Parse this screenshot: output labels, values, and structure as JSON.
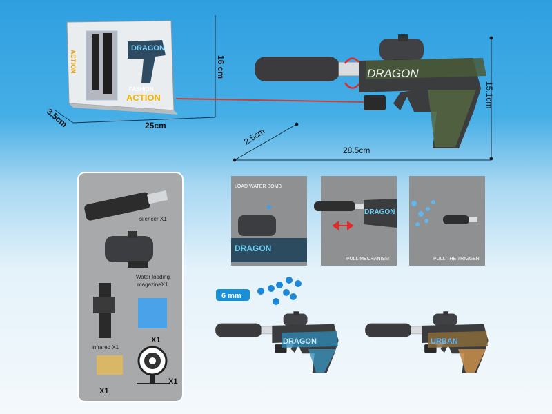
{
  "box": {
    "brand_top": "DRAGON",
    "brand_bottom_1": "FASHION",
    "brand_bottom_2": "ACTION",
    "side_text": "ACTION",
    "dim_height": "16 cm",
    "dim_width": "25cm",
    "dim_depth": "3.5cm"
  },
  "main_gun": {
    "decal_text": "DRAGON",
    "dim_height": "15.1cm",
    "dim_length": "28.5cm",
    "dim_depth": "2.5cm",
    "laser_color": "#e0301e"
  },
  "accessories": {
    "silencer": "silencer X1",
    "magazine_1": "Water loading",
    "magazine_2": "magazineX1",
    "infrared": "infrared X1",
    "beads_qty": "X1",
    "packs_qty": "X1",
    "target_qty": "X1"
  },
  "steps": [
    {
      "label": "LOAD WATER BOMB",
      "decal": "DRAGON"
    },
    {
      "label": "PULL MECHANISM",
      "decal": "DRAGON"
    },
    {
      "label": "PULL THE TRIGGER"
    }
  ],
  "bead_size": "6 mm",
  "variants": [
    {
      "decal": "DRAGON",
      "color": "#2f86b0"
    },
    {
      "decal": "URBAN",
      "color": "#8a6a3a"
    }
  ]
}
